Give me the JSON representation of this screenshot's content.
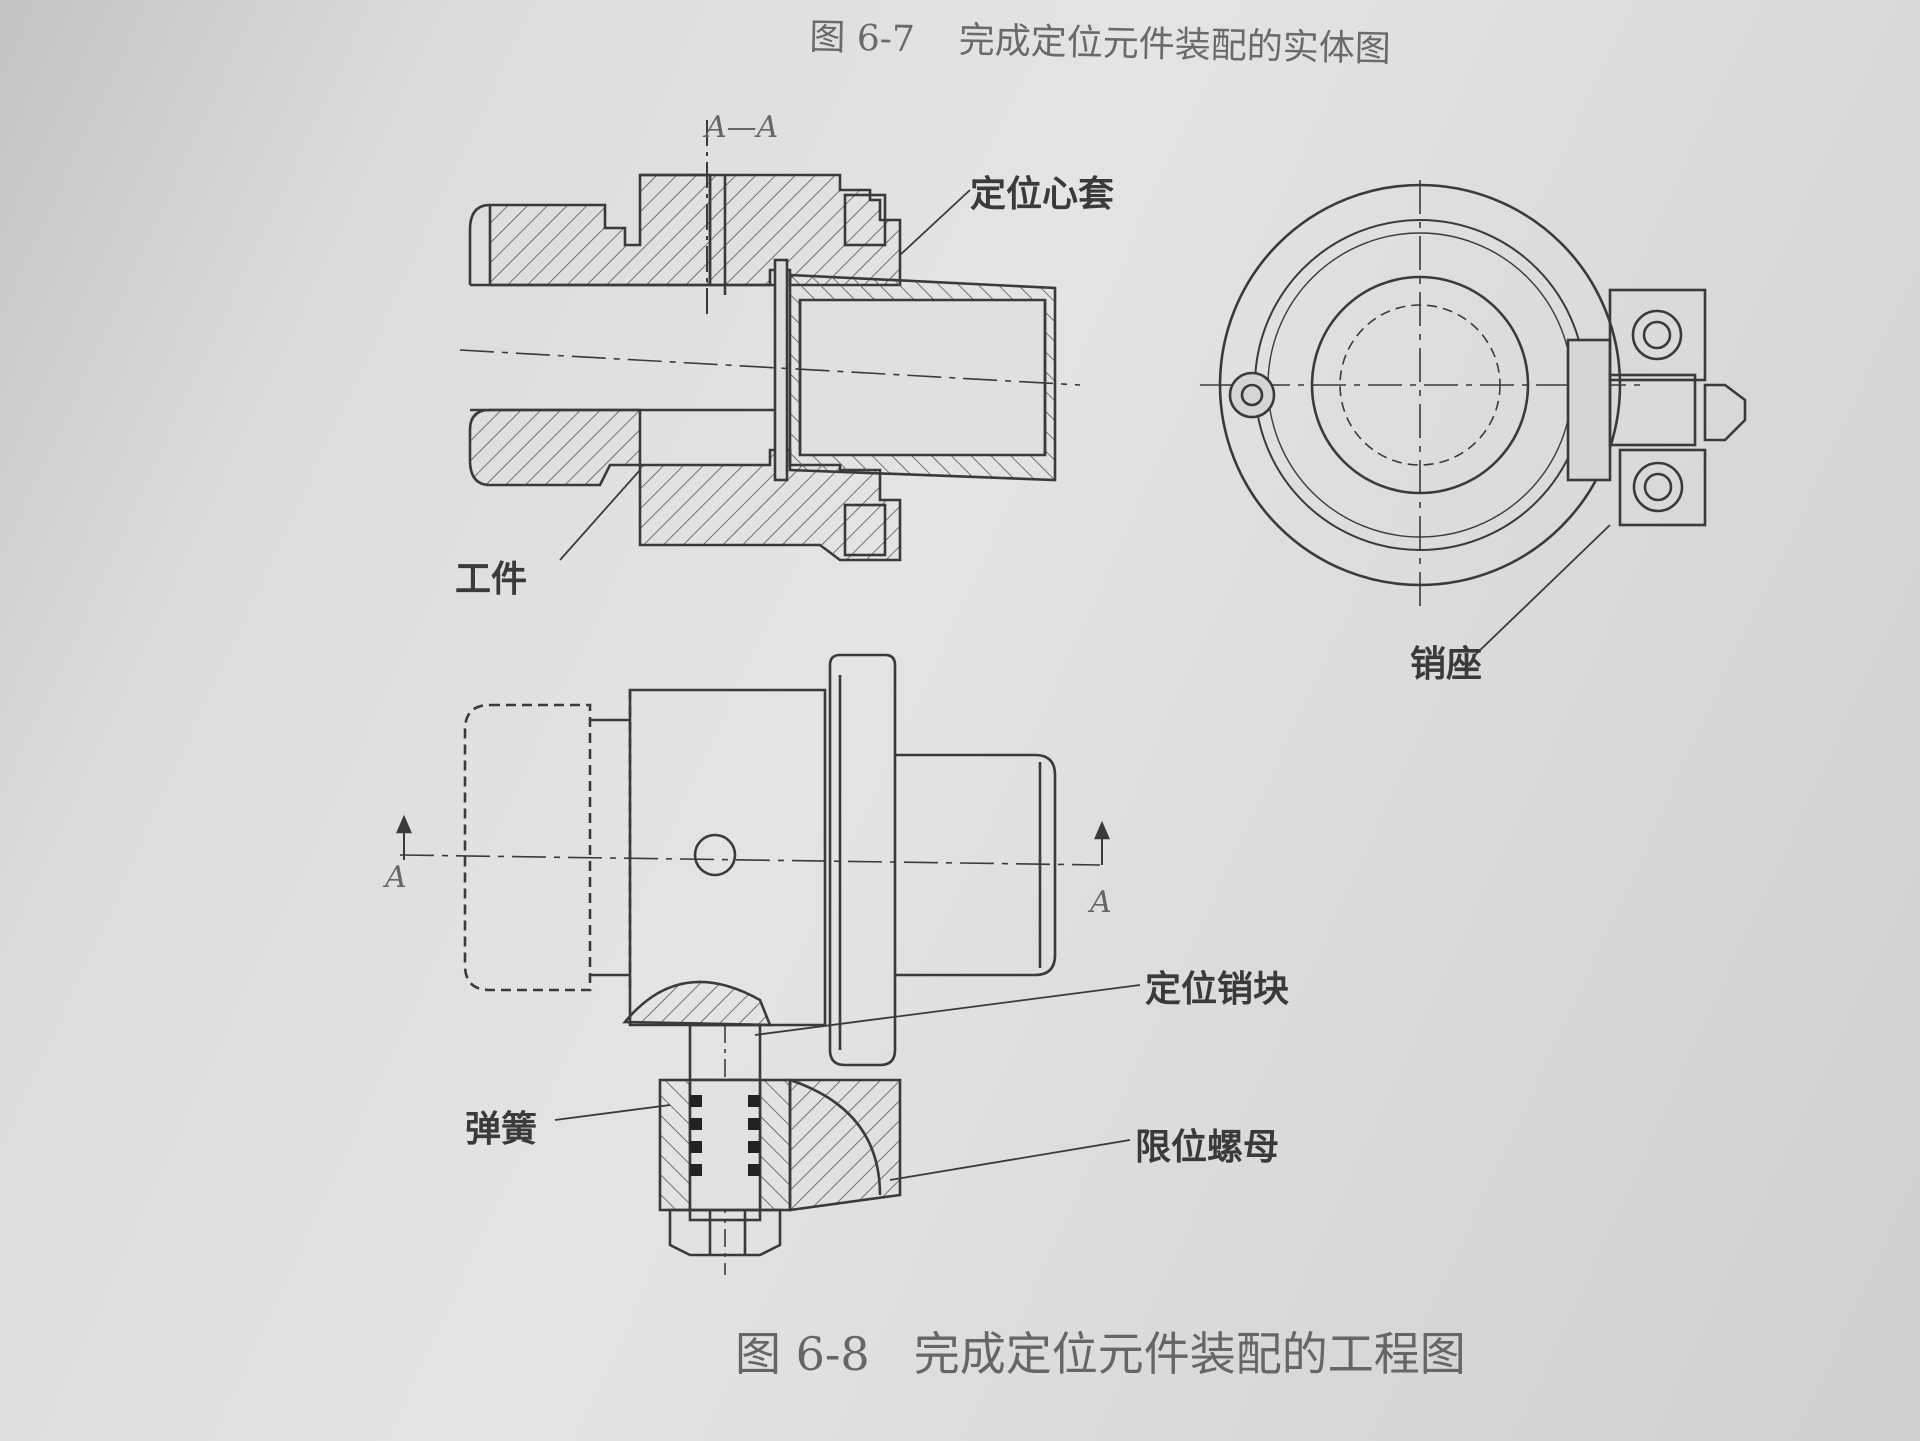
{
  "captions": {
    "top": {
      "figure": "图 6-7",
      "text": "完成定位元件装配的实体图"
    },
    "bottom": {
      "figure": "图 6-8",
      "text": "完成定位元件装配的工程图"
    }
  },
  "section_label": "A—A",
  "section_markers": {
    "left": "A",
    "right": "A"
  },
  "labels": {
    "locating_sleeve": "定位心套",
    "workpiece": "工件",
    "pin_seat": "销座",
    "locating_pin_block": "定位销块",
    "spring": "弹簧",
    "limit_nut": "限位螺母"
  }
}
